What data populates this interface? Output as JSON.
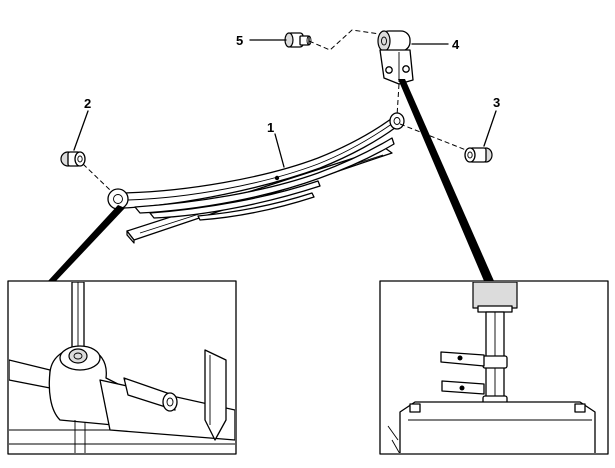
{
  "callouts": [
    {
      "id": "1",
      "label": "1"
    },
    {
      "id": "2",
      "label": "2"
    },
    {
      "id": "3",
      "label": "3"
    },
    {
      "id": "4",
      "label": "4"
    },
    {
      "id": "5",
      "label": "5"
    }
  ],
  "parts": {
    "1": "leaf-spring",
    "2": "front-bushing",
    "3": "rear-bushing",
    "4": "shackle",
    "5": "shackle-bolt"
  },
  "colors": {
    "line": "#000000",
    "fill": "#ffffff",
    "shade": "#dcdcdc"
  }
}
